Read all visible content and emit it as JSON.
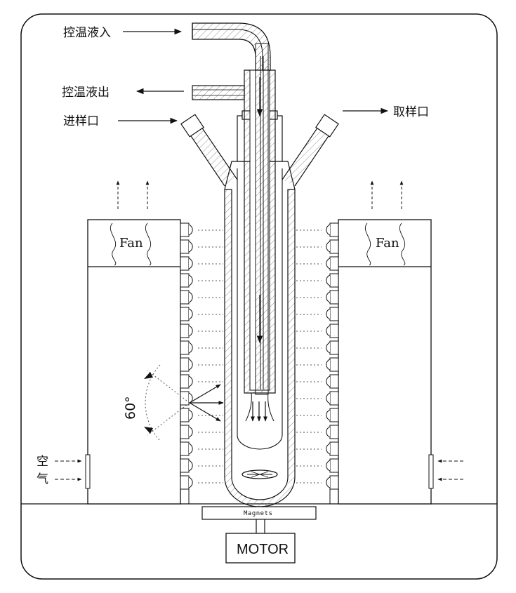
{
  "labels": {
    "coolant_in": "控温液入",
    "coolant_out": "控温液出",
    "sample_inlet": "进样口",
    "sample_outlet": "取样口",
    "fan_left": "Fan",
    "fan_right": "Fan",
    "air_1": "空",
    "air_2": "气",
    "angle": "60°",
    "magnets": "Magnets",
    "motor": "MOTOR"
  }
}
